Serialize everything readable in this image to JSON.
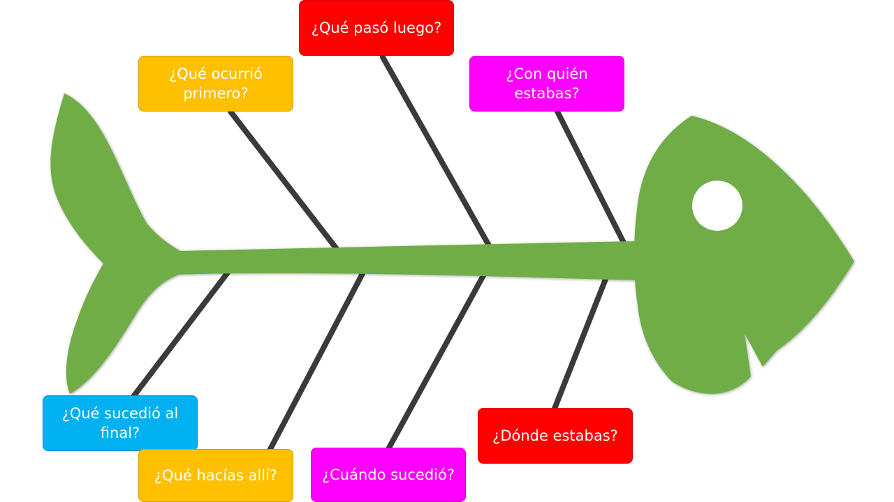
{
  "colors": {
    "fish": "#70AD47",
    "bone": "#3a3a3a",
    "red": "#FF0000",
    "orange": "#FFC000",
    "magenta": "#FF00FF",
    "cyan": "#00B0F0"
  },
  "questions": [
    {
      "id": "q1",
      "text": "¿Qué pasó luego?",
      "color": "#FF0000"
    },
    {
      "id": "q2",
      "text": "¿Qué ocurrió primero?",
      "color": "#FFC000"
    },
    {
      "id": "q3",
      "text": "¿Con quién estabas?",
      "color": "#FF00FF"
    },
    {
      "id": "q4",
      "text": "¿Qué sucedió al final?",
      "color": "#00B0F0"
    },
    {
      "id": "q5",
      "text": "¿Dónde estabas?",
      "color": "#FF0000"
    },
    {
      "id": "q6",
      "text": "¿Qué hacías allí?",
      "color": "#FFC000"
    },
    {
      "id": "q7",
      "text": "¿Cuándo sucedió?",
      "color": "#FF00FF"
    }
  ]
}
